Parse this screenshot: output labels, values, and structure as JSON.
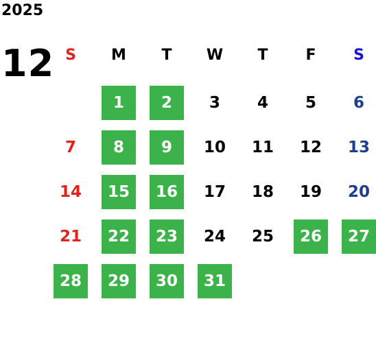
{
  "year": "2025",
  "month": "12",
  "weekdays": [
    "S",
    "M",
    "T",
    "W",
    "T",
    "F",
    "S"
  ],
  "colors": {
    "highlight": "#3bb34a",
    "sunday": "#e2231a",
    "saturday": "#1e3f8f",
    "header_sunday": "#e2231a",
    "header_saturday": "#1515d6"
  },
  "weeks": [
    [
      null,
      {
        "d": "1",
        "hi": true
      },
      {
        "d": "2",
        "hi": true
      },
      {
        "d": "3"
      },
      {
        "d": "4"
      },
      {
        "d": "5"
      },
      {
        "d": "6"
      }
    ],
    [
      {
        "d": "7"
      },
      {
        "d": "8",
        "hi": true
      },
      {
        "d": "9",
        "hi": true
      },
      {
        "d": "10"
      },
      {
        "d": "11"
      },
      {
        "d": "12"
      },
      {
        "d": "13"
      }
    ],
    [
      {
        "d": "14"
      },
      {
        "d": "15",
        "hi": true
      },
      {
        "d": "16",
        "hi": true
      },
      {
        "d": "17"
      },
      {
        "d": "18"
      },
      {
        "d": "19"
      },
      {
        "d": "20"
      }
    ],
    [
      {
        "d": "21"
      },
      {
        "d": "22",
        "hi": true
      },
      {
        "d": "23",
        "hi": true
      },
      {
        "d": "24"
      },
      {
        "d": "25"
      },
      {
        "d": "26",
        "hi": true
      },
      {
        "d": "27",
        "hi": true
      }
    ],
    [
      {
        "d": "28",
        "hi": true
      },
      {
        "d": "29",
        "hi": true
      },
      {
        "d": "30",
        "hi": true
      },
      {
        "d": "31",
        "hi": true
      },
      null,
      null,
      null
    ]
  ]
}
